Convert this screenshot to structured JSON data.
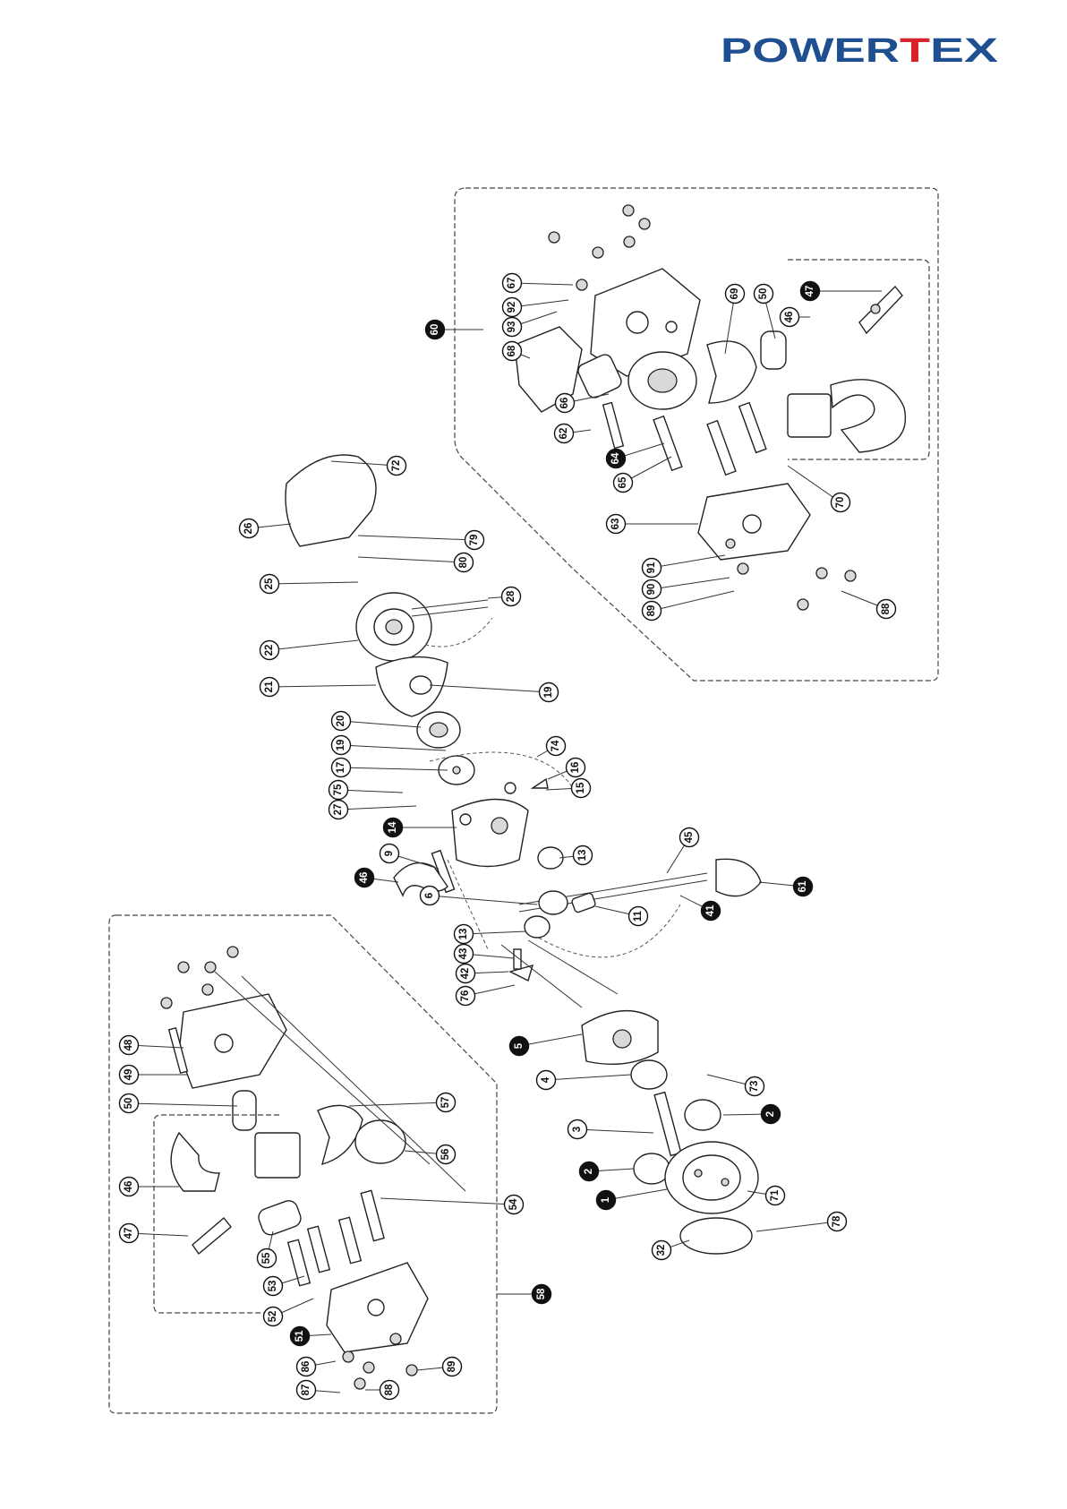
{
  "brand": {
    "name": "POWERTEX",
    "color_primary": "#1d4f91",
    "color_accent": "#d8232a"
  },
  "callouts": [
    {
      "label": "60",
      "solid": true
    },
    {
      "label": "67",
      "solid": false
    },
    {
      "label": "92",
      "solid": false
    },
    {
      "label": "93",
      "solid": false
    },
    {
      "label": "68",
      "solid": false
    },
    {
      "label": "66",
      "solid": false
    },
    {
      "label": "62",
      "solid": false
    },
    {
      "label": "64",
      "solid": true
    },
    {
      "label": "65",
      "solid": false
    },
    {
      "label": "63",
      "solid": false
    },
    {
      "label": "69",
      "solid": false
    },
    {
      "label": "50",
      "solid": false
    },
    {
      "label": "47",
      "solid": true
    },
    {
      "label": "46",
      "solid": false
    },
    {
      "label": "70",
      "solid": false
    },
    {
      "label": "91",
      "solid": false
    },
    {
      "label": "90",
      "solid": false
    },
    {
      "label": "89",
      "solid": false
    },
    {
      "label": "88",
      "solid": false
    },
    {
      "label": "72",
      "solid": false
    },
    {
      "label": "26",
      "solid": false
    },
    {
      "label": "79",
      "solid": false
    },
    {
      "label": "80",
      "solid": false
    },
    {
      "label": "25",
      "solid": false
    },
    {
      "label": "28",
      "solid": false
    },
    {
      "label": "22",
      "solid": false
    },
    {
      "label": "21",
      "solid": false
    },
    {
      "label": "19",
      "solid": false
    },
    {
      "label": "20",
      "solid": false
    },
    {
      "label": "19",
      "solid": false
    },
    {
      "label": "17",
      "solid": false
    },
    {
      "label": "74",
      "solid": false
    },
    {
      "label": "16",
      "solid": false
    },
    {
      "label": "15",
      "solid": false
    },
    {
      "label": "75",
      "solid": false
    },
    {
      "label": "27",
      "solid": false
    },
    {
      "label": "14",
      "solid": true
    },
    {
      "label": "9",
      "solid": false
    },
    {
      "label": "46",
      "solid": true
    },
    {
      "label": "45",
      "solid": false
    },
    {
      "label": "13",
      "solid": false
    },
    {
      "label": "61",
      "solid": true
    },
    {
      "label": "41",
      "solid": true
    },
    {
      "label": "6",
      "solid": false
    },
    {
      "label": "11",
      "solid": false
    },
    {
      "label": "13",
      "solid": false
    },
    {
      "label": "43",
      "solid": false
    },
    {
      "label": "42",
      "solid": false
    },
    {
      "label": "76",
      "solid": false
    },
    {
      "label": "5",
      "solid": true
    },
    {
      "label": "4",
      "solid": false
    },
    {
      "label": "73",
      "solid": false
    },
    {
      "label": "2",
      "solid": true
    },
    {
      "label": "3",
      "solid": false
    },
    {
      "label": "2",
      "solid": true
    },
    {
      "label": "1",
      "solid": true
    },
    {
      "label": "71",
      "solid": false
    },
    {
      "label": "32",
      "solid": false
    },
    {
      "label": "78",
      "solid": false
    },
    {
      "label": "48",
      "solid": false
    },
    {
      "label": "49",
      "solid": false
    },
    {
      "label": "50",
      "solid": false
    },
    {
      "label": "57",
      "solid": false
    },
    {
      "label": "56",
      "solid": false
    },
    {
      "label": "46",
      "solid": false
    },
    {
      "label": "54",
      "solid": false
    },
    {
      "label": "47",
      "solid": false
    },
    {
      "label": "55",
      "solid": false
    },
    {
      "label": "53",
      "solid": false
    },
    {
      "label": "52",
      "solid": false
    },
    {
      "label": "51",
      "solid": true
    },
    {
      "label": "58",
      "solid": true
    },
    {
      "label": "86",
      "solid": false
    },
    {
      "label": "89",
      "solid": false
    },
    {
      "label": "87",
      "solid": false
    },
    {
      "label": "88",
      "solid": false
    }
  ]
}
